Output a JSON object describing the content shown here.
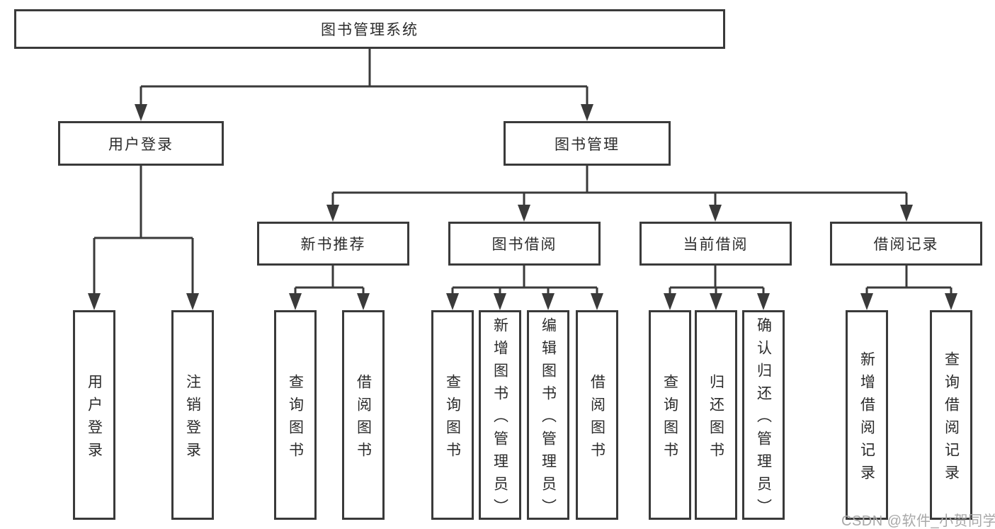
{
  "colors": {
    "line": "#3a3a3a",
    "text": "#2b2b2b",
    "background": "#ffffff",
    "watermark": "#a8a8a8"
  },
  "watermark": "CSDN @软件_小贺同学",
  "tree": {
    "root": {
      "label": "图书管理系统",
      "children": [
        {
          "label": "用户登录",
          "children": [
            {
              "label": "用户登录"
            },
            {
              "label": "注销登录"
            }
          ]
        },
        {
          "label": "图书管理",
          "children": [
            {
              "label": "新书推荐",
              "children": [
                {
                  "label": "查询图书"
                },
                {
                  "label": "借阅图书"
                }
              ]
            },
            {
              "label": "图书借阅",
              "children": [
                {
                  "label": "查询图书"
                },
                {
                  "label": "新增图书（管理员）"
                },
                {
                  "label": "编辑图书（管理员）"
                },
                {
                  "label": "借阅图书"
                }
              ]
            },
            {
              "label": "当前借阅",
              "children": [
                {
                  "label": "查询图书"
                },
                {
                  "label": "归还图书"
                },
                {
                  "label": "确认归还（管理员）"
                }
              ]
            },
            {
              "label": "借阅记录",
              "children": [
                {
                  "label": "新增借阅记录"
                },
                {
                  "label": "查询借阅记录"
                }
              ]
            }
          ]
        }
      ]
    }
  }
}
